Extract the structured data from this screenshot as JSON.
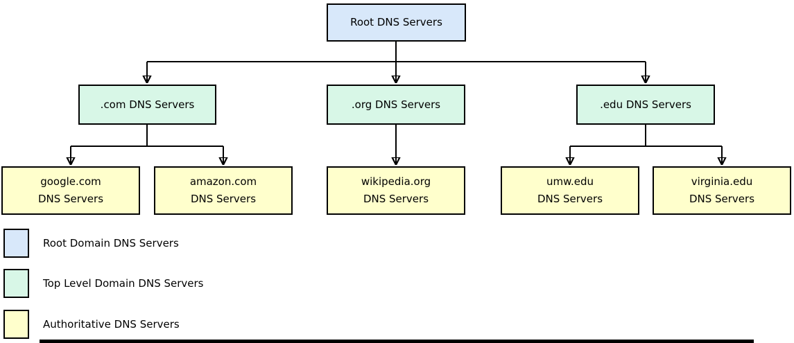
{
  "colors": {
    "root": "#d8e8fa",
    "tld": "#d8f7e7",
    "auth": "#ffffcc",
    "line": "#000000"
  },
  "diagram": {
    "root": {
      "label": "Root DNS Servers"
    },
    "tld": [
      {
        "label": ".com DNS Servers"
      },
      {
        "label": ".org DNS Servers"
      },
      {
        "label": ".edu DNS Servers"
      }
    ],
    "auth": [
      {
        "label": "google.com\nDNS Servers"
      },
      {
        "label": "amazon.com\nDNS Servers"
      },
      {
        "label": "wikipedia.org\nDNS Servers"
      },
      {
        "label": "umw.edu\nDNS Servers"
      },
      {
        "label": "virginia.edu\nDNS Servers"
      }
    ]
  },
  "legend": {
    "items": [
      {
        "label": "Root Domain DNS Servers"
      },
      {
        "label": "Top Level Domain DNS Servers"
      },
      {
        "label": "Authoritative DNS Servers"
      }
    ]
  }
}
